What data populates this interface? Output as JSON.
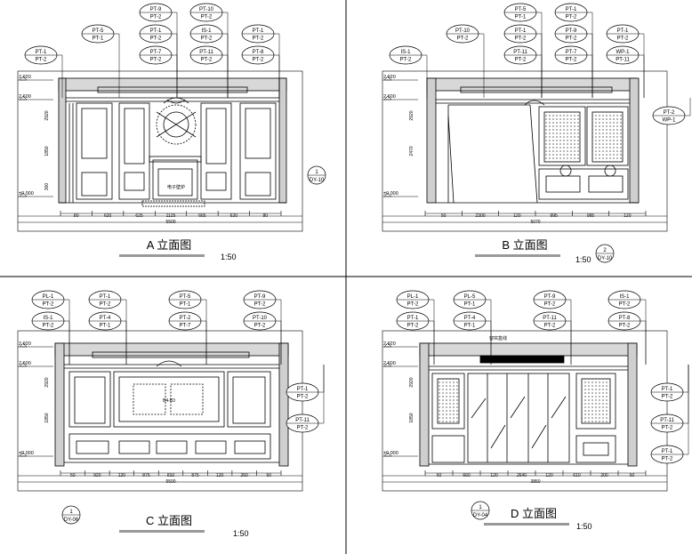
{
  "quadrants": [
    {
      "id": "A",
      "title": "A  立面图",
      "scale": "1:50",
      "levels": [
        "2.920",
        "2.600",
        "±0.000"
      ],
      "tags": [
        "PT-9",
        "PT-2",
        "PT-10",
        "PT-2",
        "PT-5",
        "PT-1",
        "PT-1",
        "PT-2",
        "IS-1",
        "PT-2",
        "PT-1",
        "PT-2",
        "PT-1",
        "PT-2",
        "PT-7",
        "PT-2",
        "PT-11",
        "PT-2",
        "PT-8",
        "PT-2"
      ],
      "callout": {
        "num": "1",
        "ref": "DY-10"
      },
      "dims_bottom": [
        "80",
        "620",
        "625",
        "1125",
        "665",
        "620",
        "80"
      ],
      "dim_total": "5500",
      "vertical_dims": [
        "2920",
        "1850",
        "300"
      ],
      "note": "电子壁炉"
    },
    {
      "id": "B",
      "title": "B  立面图",
      "scale": "1:50",
      "levels": [
        "2.920",
        "2.600",
        "±0.000"
      ],
      "tags": [
        "PT-5",
        "PT-1",
        "PT-1",
        "PT-2",
        "PT-10",
        "PT-2",
        "PT-1",
        "PT-2",
        "PT-9",
        "PT-2",
        "PT-1",
        "PT-2",
        "IS-1",
        "PT-2",
        "PT-11",
        "PT-2",
        "PT-7",
        "PT-2",
        "WP-1",
        "PT-11",
        "PT-2",
        "WP-1"
      ],
      "callout": {
        "num": "2",
        "ref": "DY-10"
      },
      "dims_bottom": [
        "50",
        "2300",
        "120",
        "995",
        "995",
        "120"
      ],
      "dim_total": "5070",
      "vertical_dims": [
        "2920",
        "2470"
      ],
      "note": ""
    },
    {
      "id": "C",
      "title": "C  立面图",
      "scale": "1:50",
      "levels": [
        "2.920",
        "2.600",
        "±0.000"
      ],
      "tags": [
        "PL-1",
        "PT-2",
        "PT-1",
        "PT-2",
        "PT-5",
        "PT-1",
        "PT-9",
        "PT-2",
        "IS-1",
        "PT-2",
        "PT-4",
        "PT-1",
        "PT-2",
        "PT-7",
        "PT-10",
        "PT-2",
        "PT-1",
        "PT-2",
        "PT-11",
        "PT-2"
      ],
      "callout": {
        "num": "1",
        "ref": "DY-06"
      },
      "dims_bottom": [
        "50",
        "920",
        "120",
        "875",
        "810",
        "875",
        "120",
        "260",
        "50"
      ],
      "dim_total": "5500",
      "vertical_dims": [
        "2920",
        "1850"
      ],
      "note": "B4-B3"
    },
    {
      "id": "D",
      "title": "D  立面图",
      "scale": "1:50",
      "levels": [
        "2.920",
        "2.600",
        "±0.000"
      ],
      "tags": [
        "PL-1",
        "PT-2",
        "PL-5",
        "PT-1",
        "PT-9",
        "PT-2",
        "IS-1",
        "PT-2",
        "PT-1",
        "PT-2",
        "PT-4",
        "PT-1",
        "PT-11",
        "PT-2",
        "PT-8",
        "PT-2",
        "PT-1",
        "PT-2",
        "PT-11",
        "PT-2",
        "PT-1",
        "PT-2"
      ],
      "callout": {
        "num": "1",
        "ref": "DY-04"
      },
      "dims_bottom": [
        "50",
        "660",
        "120",
        "2640",
        "120",
        "610",
        "200",
        "50"
      ],
      "dim_total": "3850",
      "vertical_dims": [
        "2920",
        "1850"
      ],
      "note": "窗帘盒线"
    }
  ]
}
